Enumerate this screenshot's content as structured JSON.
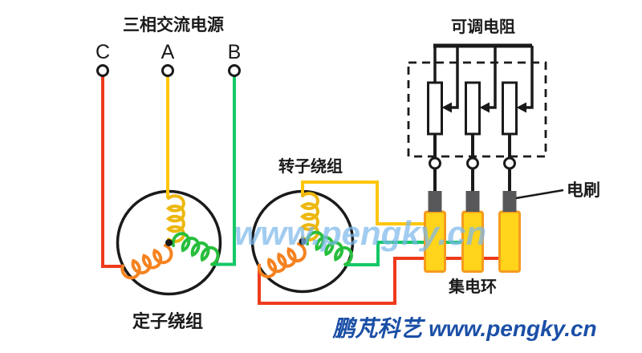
{
  "diagram": {
    "labels": {
      "power_title": "三相交流电源",
      "phase_c": "C",
      "phase_a": "A",
      "phase_b": "B",
      "resistor_title": "可调电阻",
      "rotor_winding": "转子绕组",
      "stator_winding": "定子绕组",
      "brush": "电刷",
      "slip_ring": "集电环"
    },
    "watermark_text": "www.pengky.cn",
    "footer_text": "鹏芃科艺 www.pengky.cn",
    "colors": {
      "bg": "#FFFFFF",
      "ink": "#1A1A1A",
      "wire_c": "#EE3B1C",
      "wire_a": "#FFC60D",
      "wire_b": "#14C967",
      "coil_orange": "#F5821F",
      "coil_green": "#27BE3C",
      "coil_yellow": "#EDB70D",
      "ring_fill": "#FFD41A",
      "ring_border": "#F59B1E",
      "brush_fill": "#58585A",
      "watermark": "#7DB9EB",
      "footer": "#1B4FA6"
    }
  }
}
